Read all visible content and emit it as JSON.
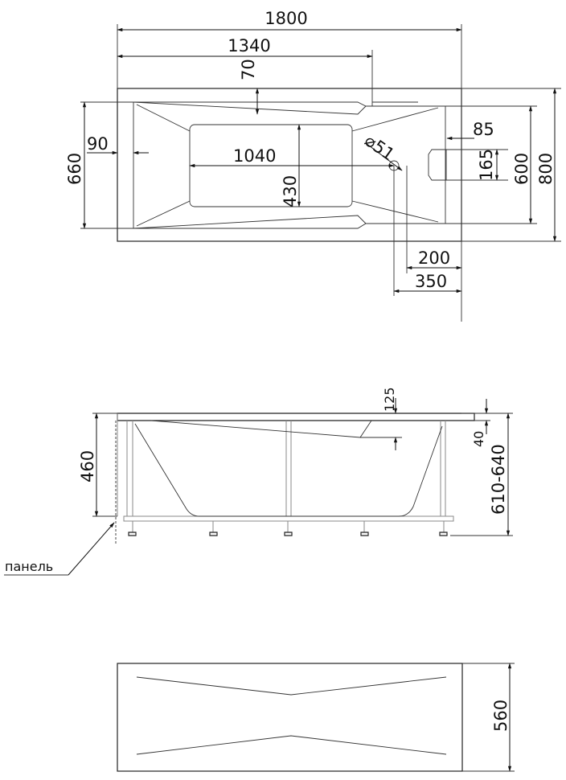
{
  "top_view": {
    "overall_length": "1800",
    "notch_length": "1340",
    "rim_offset": "70",
    "end_rim": "90",
    "basin_length": "1040",
    "basin_width": "430",
    "drain_diameter": "⌀51",
    "overflow_offset": "85",
    "overflow_height": "165",
    "inner_width": "600",
    "overall_width": "800",
    "shell_width": "660",
    "drain_offset_200": "200",
    "drain_offset_350": "350"
  },
  "side_view": {
    "depth_offset": "125",
    "rim_height": "40",
    "tub_height": "460",
    "total_height": "610-640",
    "panel_label": "панель"
  },
  "panel_view": {
    "panel_height": "560"
  }
}
